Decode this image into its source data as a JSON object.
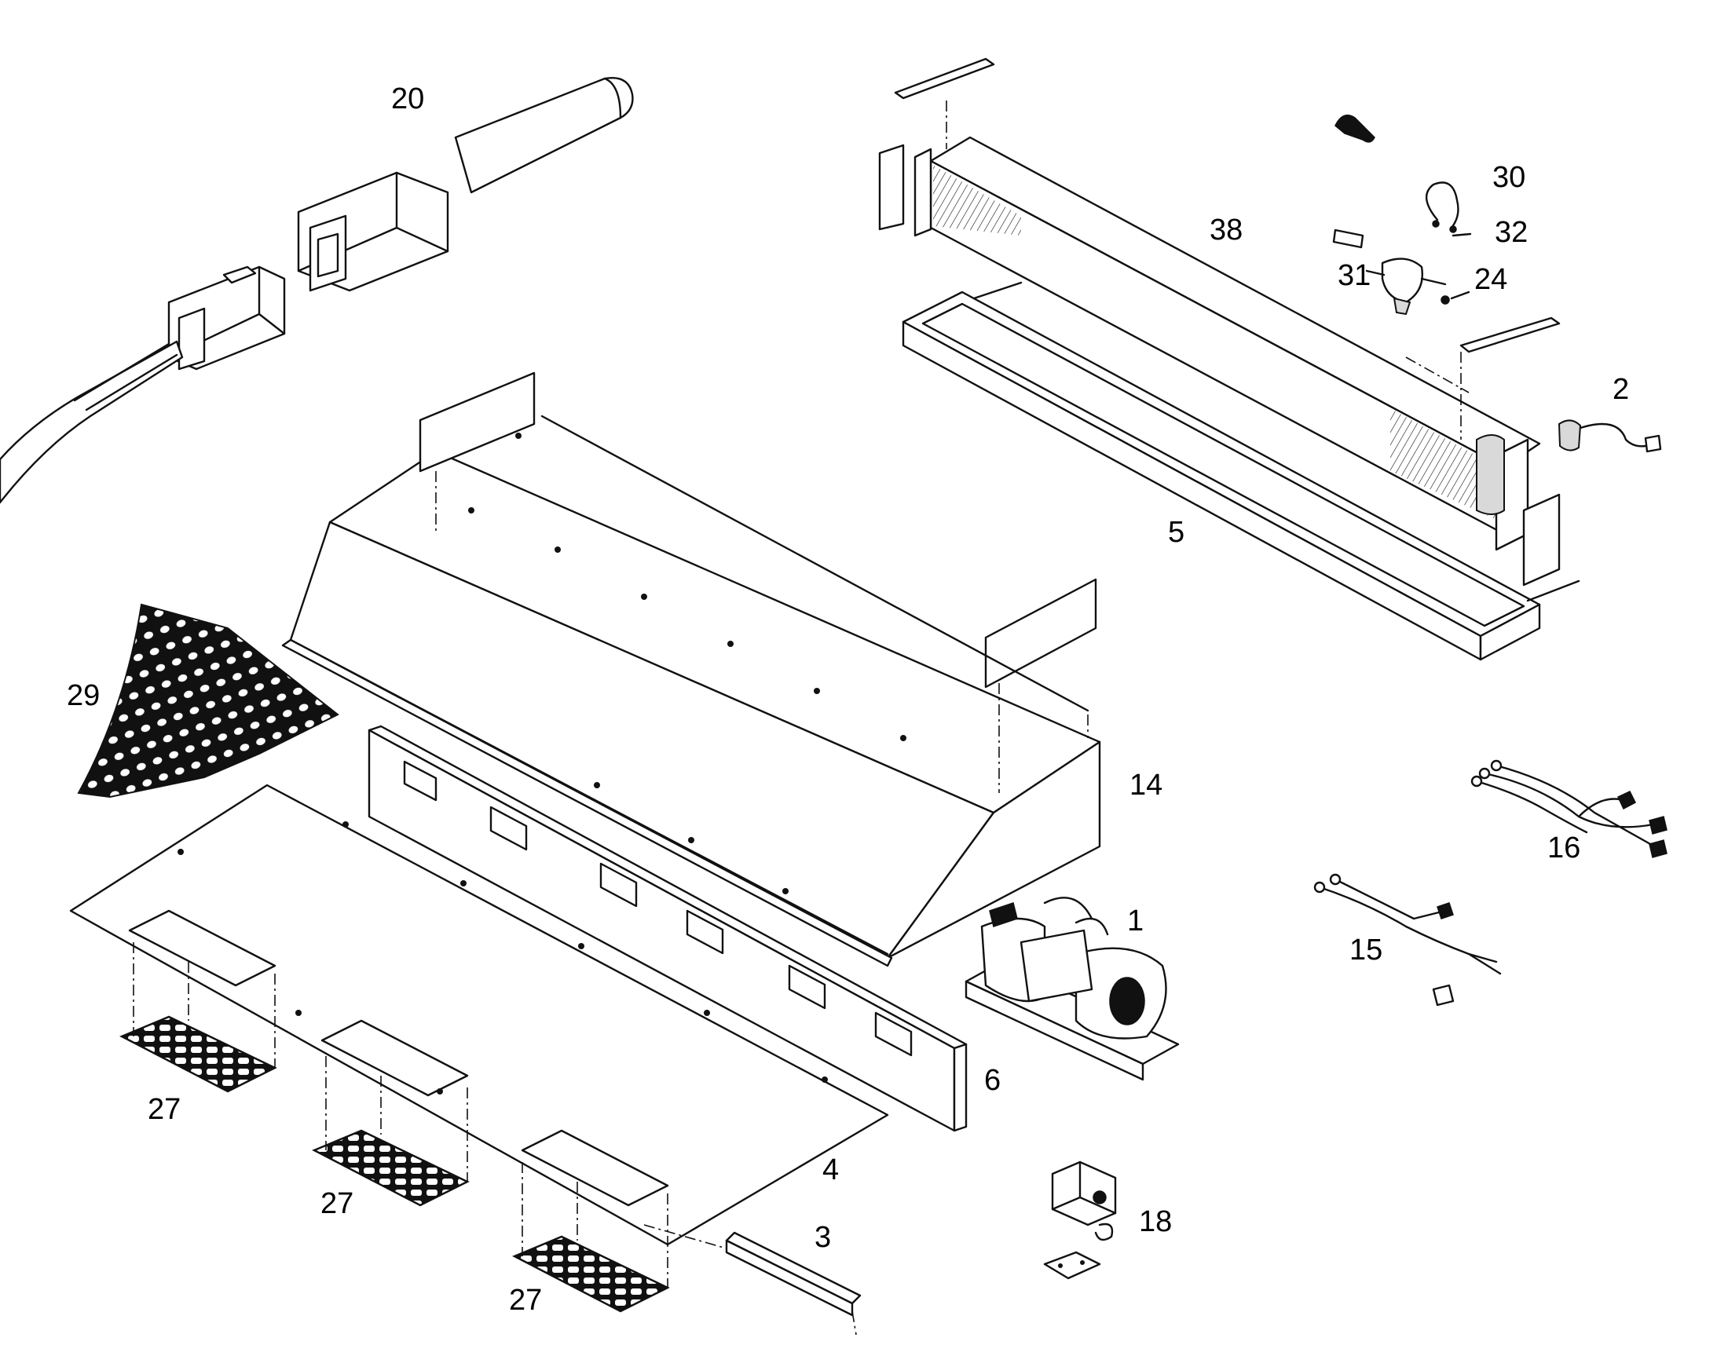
{
  "diagram": {
    "callouts": {
      "c1": "1",
      "c2": "2",
      "c3": "3",
      "c4": "4",
      "c5": "5",
      "c6": "6",
      "c14": "14",
      "c15": "15",
      "c16": "16",
      "c18": "18",
      "c20": "20",
      "c24": "24",
      "c27a": "27",
      "c27b": "27",
      "c27c": "27",
      "c29": "29",
      "c30": "30",
      "c31": "31",
      "c32": "32",
      "c38": "38"
    }
  }
}
